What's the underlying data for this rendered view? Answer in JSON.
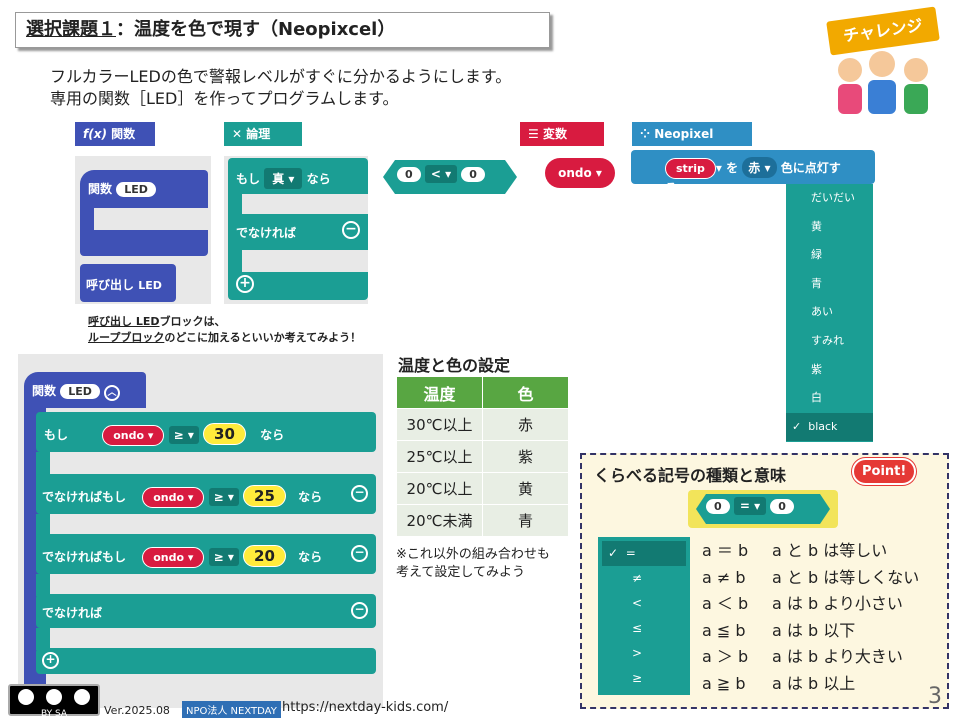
{
  "title": {
    "prefix": "選択課題１",
    "rest": "：温度を色で現す（Neopixcel）"
  },
  "intro": [
    "フルカラーLEDの色で警報レベルがすぐに分かるようにします。",
    "専用の関数［LED］を作ってプログラムします。"
  ],
  "challenge": "チャレンジ",
  "categories": {
    "function": "関数",
    "logic": "論理",
    "variable": "変数",
    "neopixel": "Neopixel"
  },
  "func_blocks": {
    "def_label": "関数",
    "name": "LED",
    "call_label": "呼び出し",
    "call_name": "LED"
  },
  "logic_blocks": {
    "if": "もし",
    "true": "真",
    "then": "なら",
    "else": "でなければ"
  },
  "compare_block": {
    "left": "0",
    "op": "<",
    "right": "0"
  },
  "var_block": "ondo",
  "strip_block": {
    "var": "strip",
    "wo": "を",
    "color": "赤",
    "action": "色に点灯する"
  },
  "color_options": [
    "だいだい",
    "黄",
    "緑",
    "青",
    "あい",
    "すみれ",
    "紫",
    "白",
    "black"
  ],
  "hint": {
    "line1_u": "呼び出し LED",
    "line1": "ブロックは、",
    "line2_u": "ループブロック",
    "line2": "のどこに加えるといいか考えてみよう！"
  },
  "program": {
    "def": "関数",
    "name": "LED",
    "if": "もし",
    "elseif": "でなければもし",
    "else": "でなければ",
    "then": "なら",
    "var": "ondo",
    "op": "≥",
    "thresholds": [
      "30",
      "25",
      "20"
    ]
  },
  "settings": {
    "heading": "温度と色の設定",
    "headers": [
      "温度",
      "色"
    ],
    "rows": [
      [
        "30℃以上",
        "赤"
      ],
      [
        "25℃以上",
        "紫"
      ],
      [
        "20℃以上",
        "黄"
      ],
      [
        "20℃未満",
        "青"
      ]
    ],
    "note": "※これ以外の組み合わせも考えて設定してみよう"
  },
  "point": {
    "heading": "くらべる記号の種類と意味",
    "badge": "Point!",
    "block": {
      "left": "0",
      "op": "=",
      "right": "0"
    },
    "symbols": [
      "=",
      "≠",
      "<",
      "≤",
      ">",
      "≥"
    ],
    "meanings": [
      [
        "a ＝ b",
        "a と b は等しい"
      ],
      [
        "a ≠ b",
        "a と b は等しくない"
      ],
      [
        "a ＜ b",
        "a は b より小さい"
      ],
      [
        "a ≦ b",
        "a は b 以下"
      ],
      [
        "a ＞ b",
        "a は b より大きい"
      ],
      [
        "a ≧ b",
        "a は b 以上"
      ]
    ]
  },
  "footer": {
    "version": "Ver.2025.08",
    "org": "NPO法人 NEXTDAY",
    "url": "https://nextday-kids.com/",
    "page": "3",
    "license": "BY SA"
  },
  "colors": {
    "func": "#3f51b5",
    "logic": "#1b9e94",
    "var": "#d81b40",
    "neo": "#2f8fc4",
    "table_header": "#58a642"
  }
}
